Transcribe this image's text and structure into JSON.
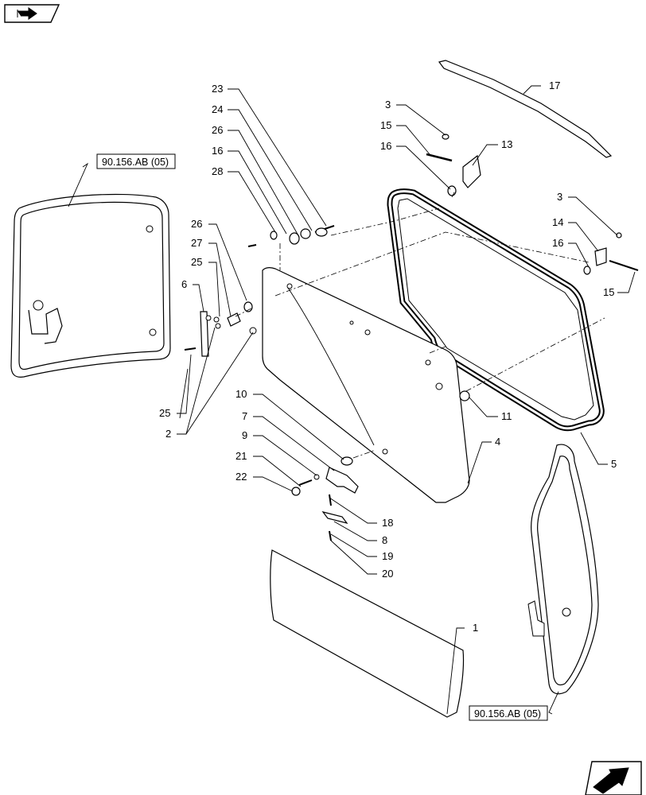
{
  "nav": {
    "icon_top": "back-arrow-icon",
    "icon_bottom": "forward-arrow-icon"
  },
  "references": {
    "left": "90.156.AB (05)",
    "bottom_right": "90.156.AB (05)"
  },
  "callouts": {
    "c1": "1",
    "c2": "2",
    "c3a": "3",
    "c3b": "3",
    "c4": "4",
    "c5": "5",
    "c6": "6",
    "c7": "7",
    "c8": "8",
    "c9": "9",
    "c10": "10",
    "c11": "11",
    "c13": "13",
    "c14": "14",
    "c15a": "15",
    "c15b": "15",
    "c16a": "16",
    "c16b": "16",
    "c16c": "16",
    "c17": "17",
    "c18": "18",
    "c19": "19",
    "c20": "20",
    "c21": "21",
    "c22": "22",
    "c23": "23",
    "c24": "24",
    "c25a": "25",
    "c25b": "25",
    "c26a": "26",
    "c26b": "26",
    "c27": "27",
    "c28": "28"
  },
  "colors": {
    "line": "#000000",
    "background": "#ffffff"
  }
}
